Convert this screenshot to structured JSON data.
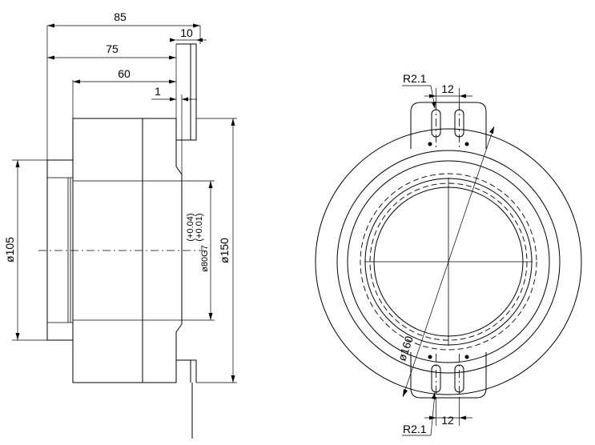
{
  "side_view": {
    "dim_85": "85",
    "dim_75": "75",
    "dim_60": "60",
    "dim_10": "10",
    "dim_1": "1",
    "dim_d105": "ø105",
    "dim_d80": "ø80G7",
    "dim_d80_tol_upper": "(+0.04)",
    "dim_d80_tol_lower": "(+0.01)",
    "dim_d150": "ø150"
  },
  "front_view": {
    "dim_r_top": "R2.1",
    "dim_12_top": "12",
    "dim_d160": "ø160",
    "dim_r_bottom": "R2.1",
    "dim_12_bottom": "12"
  }
}
